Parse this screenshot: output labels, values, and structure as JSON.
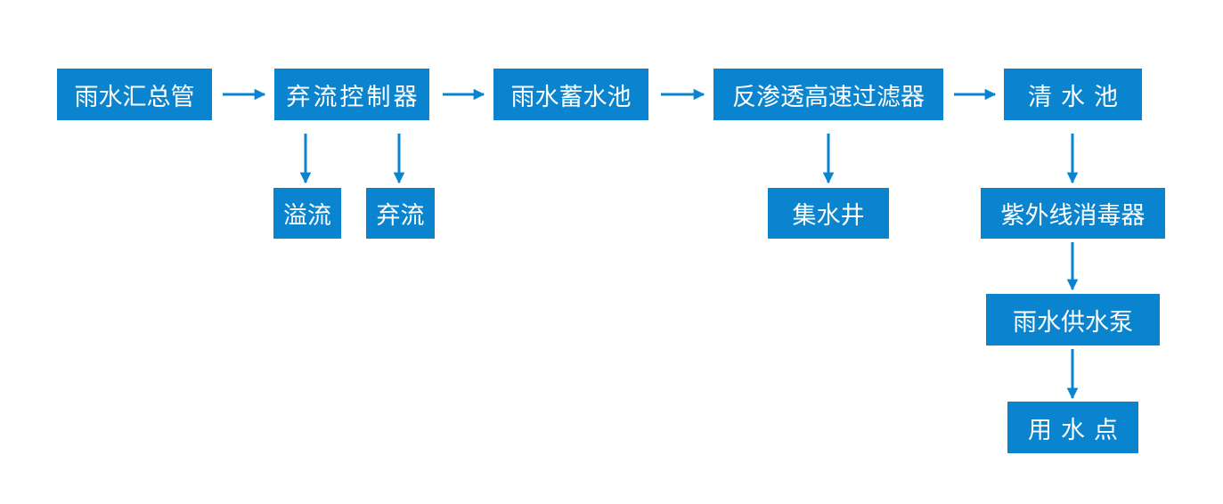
{
  "colors": {
    "box_fill": "#0a84cf",
    "box_text": "#ffffff",
    "arrow": "#0a84cf",
    "background": "#ffffff"
  },
  "nodes": {
    "rain_collect_pipe": "雨水汇总管",
    "diversion_controller": "弃流控制器",
    "overflow": "溢流",
    "diversion": "弃流",
    "rain_storage_tank": "雨水蓄水池",
    "ro_filter": "反渗透高速过滤器",
    "sump_well": "集水井",
    "clear_water_tank": "清水池",
    "uv_sterilizer": "紫外线消毒器",
    "rain_supply_pump": "雨水供水泵",
    "water_point": "用水点"
  }
}
